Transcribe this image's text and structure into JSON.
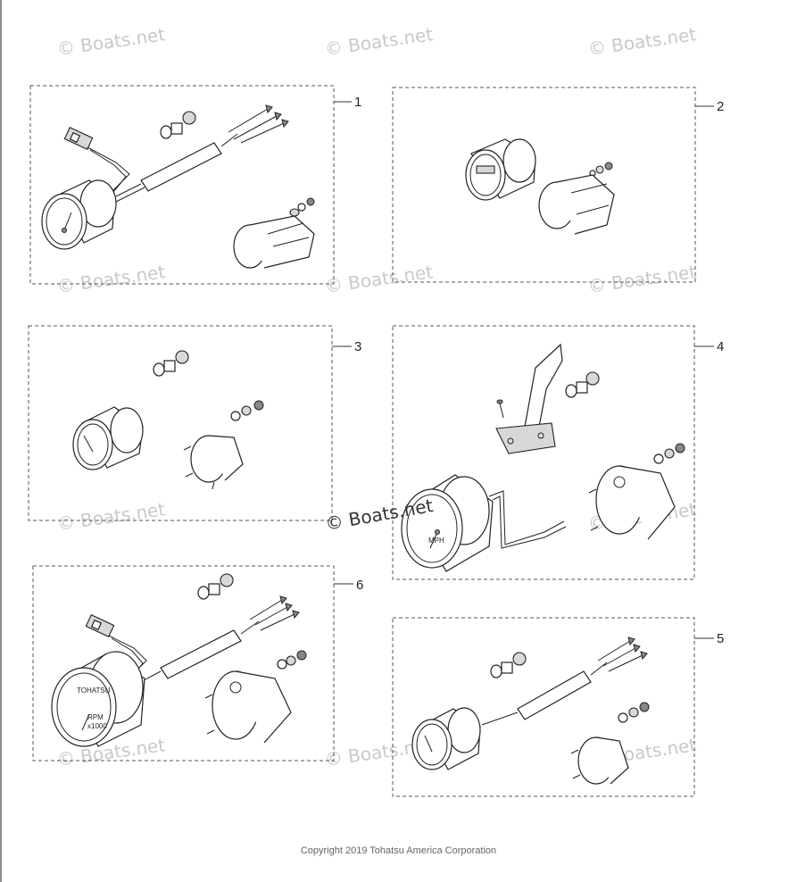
{
  "callouts": [
    "1",
    "2",
    "3",
    "4",
    "5",
    "6"
  ],
  "watermark": "© Boats.net",
  "center_watermark": "© Boats.net",
  "gauge_labels": {
    "tach_brand": "TOHATSU",
    "tach_unit": "RPM",
    "tach_scale": "x1000",
    "speed_unit": "MPH"
  },
  "copyright": "Copyright 2019 Tohatsu America Corporation"
}
